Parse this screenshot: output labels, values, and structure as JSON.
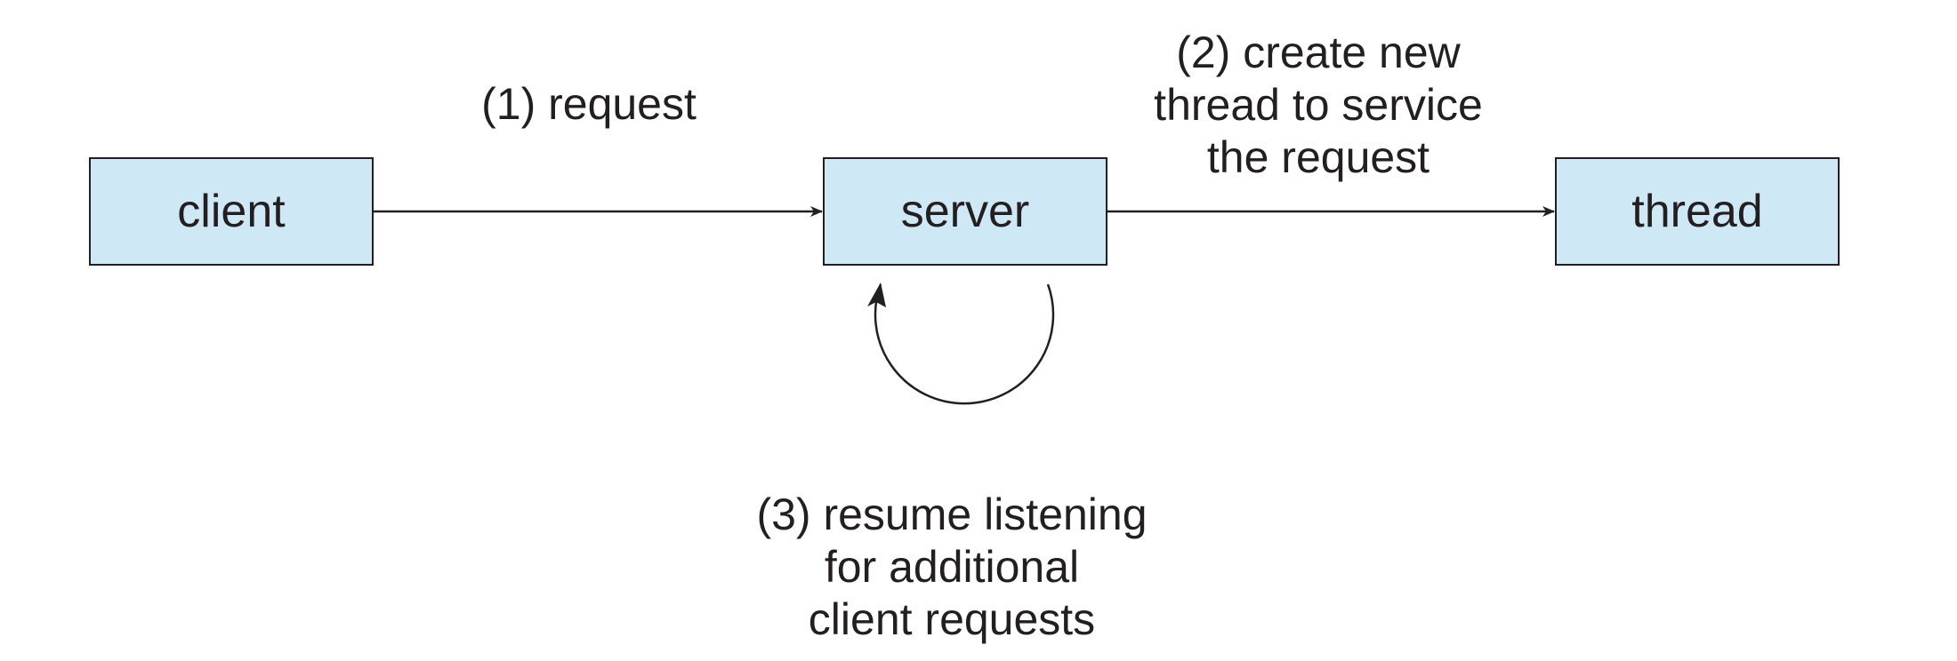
{
  "nodes": {
    "client": "client",
    "server": "server",
    "thread": "thread"
  },
  "edges": {
    "request": [
      "(1) request"
    ],
    "create_thread": [
      "(2) create new",
      "thread to service",
      "the request"
    ],
    "resume_listening": [
      "(3) resume listening",
      "for additional",
      "client requests"
    ]
  },
  "colors": {
    "box_fill": "#cfe8f6",
    "stroke": "#231f20",
    "text": "#231f20"
  }
}
